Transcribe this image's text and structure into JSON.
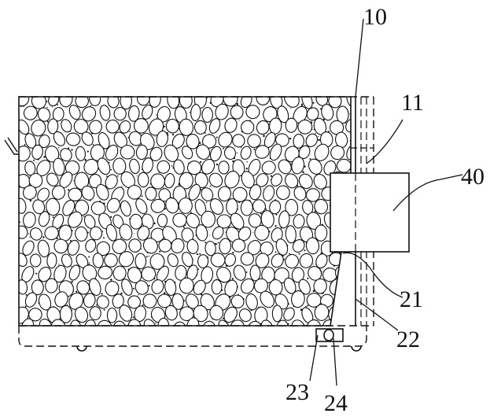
{
  "figure": {
    "labels": {
      "l10": "10",
      "l11": "11",
      "l40": "40",
      "l21": "21",
      "l22": "22",
      "l23": "23",
      "l24": "24"
    },
    "colors": {
      "ink": "#111111",
      "paper": "#ffffff"
    }
  }
}
